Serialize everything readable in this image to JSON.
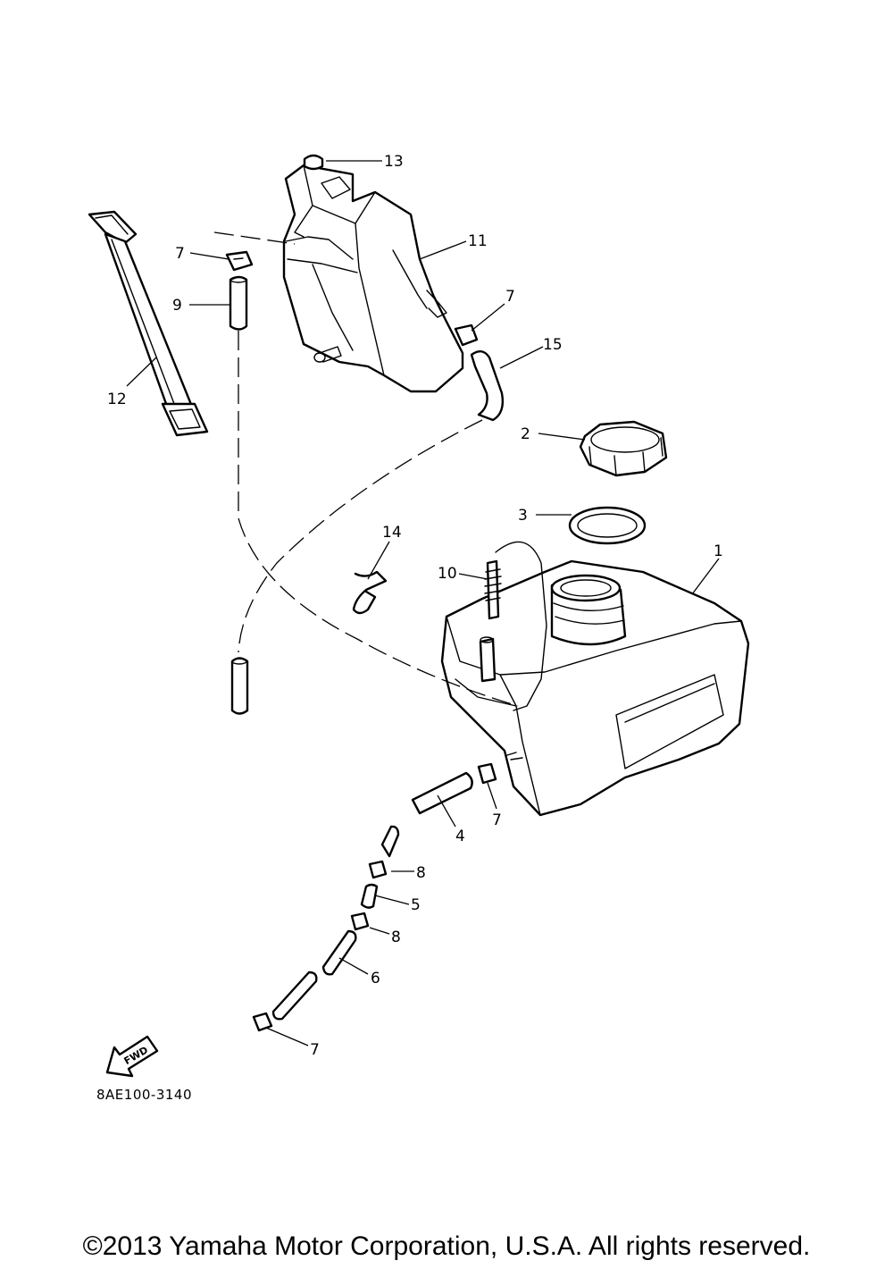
{
  "callouts": [
    {
      "id": "tank",
      "label": "1"
    },
    {
      "id": "cap",
      "label": "2"
    },
    {
      "id": "gasket",
      "label": "3"
    },
    {
      "id": "hose-4",
      "label": "4"
    },
    {
      "id": "joint-5",
      "label": "5"
    },
    {
      "id": "hose-6",
      "label": "6"
    },
    {
      "id": "clip-7a",
      "label": "7"
    },
    {
      "id": "clip-7b",
      "label": "7"
    },
    {
      "id": "clip-7c",
      "label": "7"
    },
    {
      "id": "clip-7d",
      "label": "7"
    },
    {
      "id": "clip-8a",
      "label": "8"
    },
    {
      "id": "clip-8b",
      "label": "8"
    },
    {
      "id": "hose-9",
      "label": "9"
    },
    {
      "id": "breather-10",
      "label": "10"
    },
    {
      "id": "oil-tank",
      "label": "11"
    },
    {
      "id": "strap",
      "label": "12"
    },
    {
      "id": "oil-cap",
      "label": "13"
    },
    {
      "id": "holder-14",
      "label": "14"
    },
    {
      "id": "hose-15",
      "label": "15"
    }
  ],
  "fwd_label": "FWD",
  "diagram_code": "8AE100-3140",
  "copyright": "©2013 Yamaha Motor Corporation, U.S.A. All rights reserved."
}
